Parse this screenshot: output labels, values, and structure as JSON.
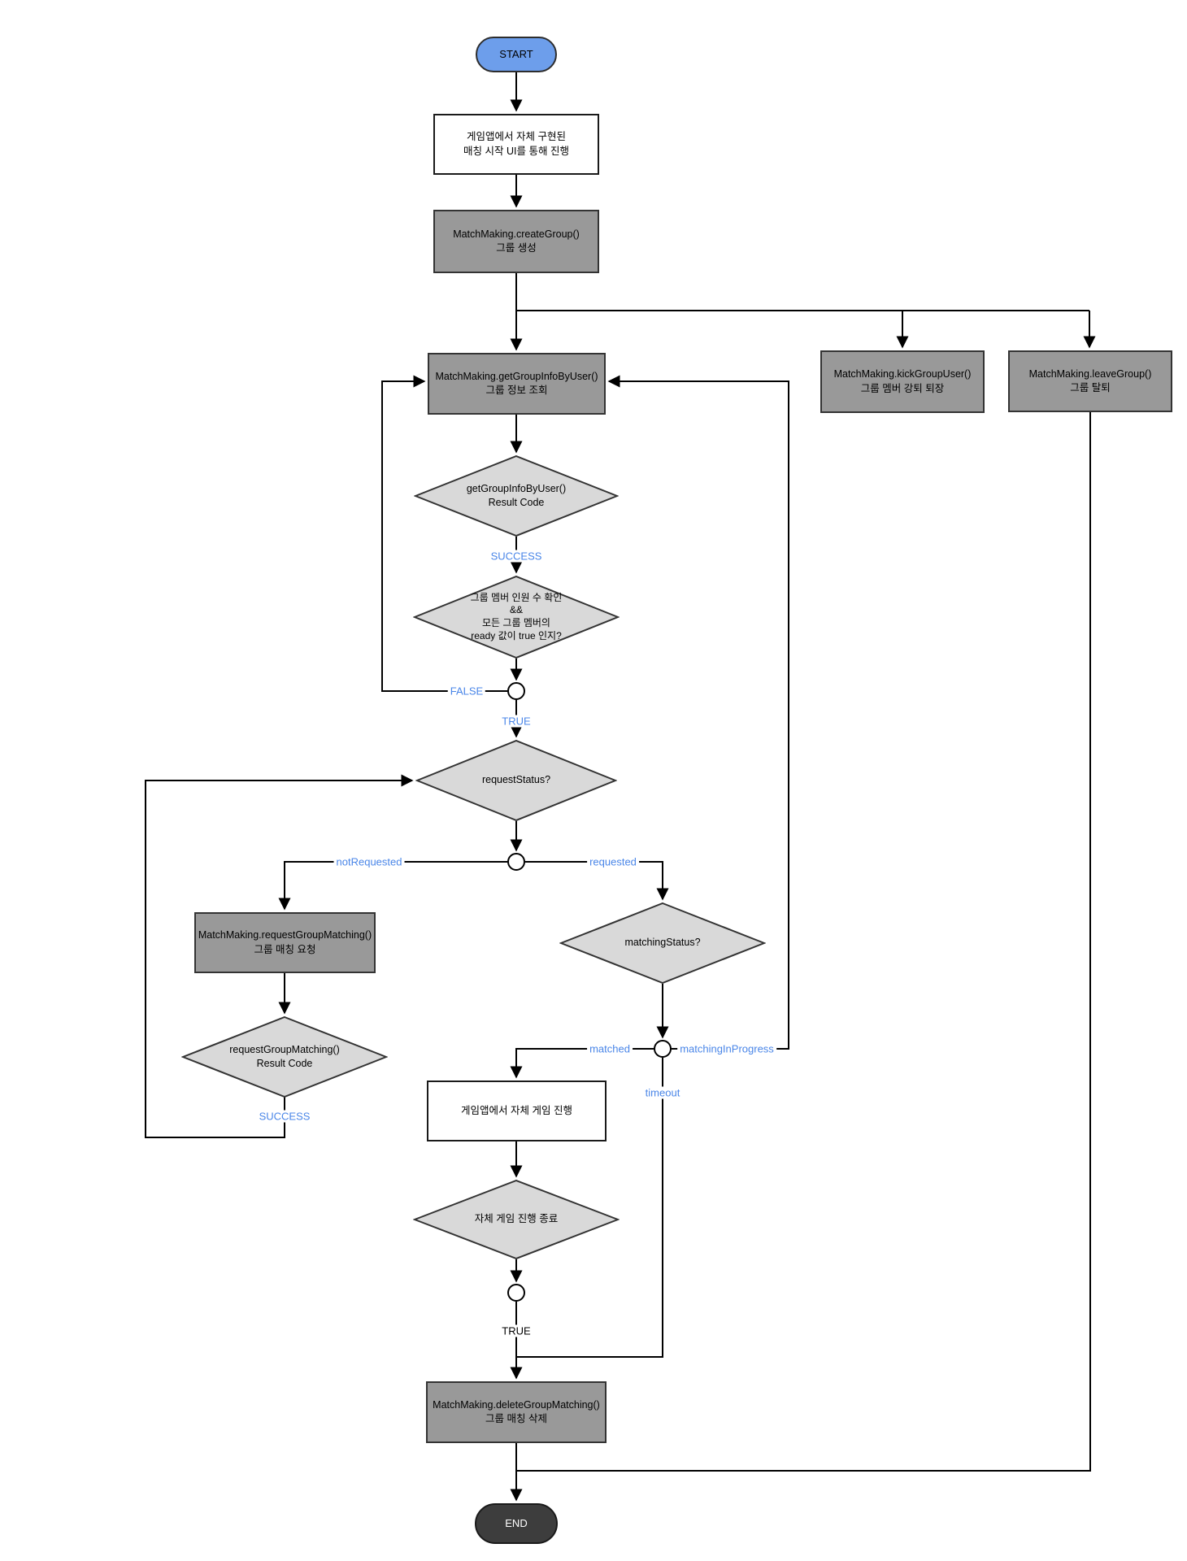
{
  "diagram": {
    "nodes": {
      "start": {
        "label": "START"
      },
      "init_ui": {
        "label": "게임앱에서 자체 구현된\n매칭 시작 UI를 통해 진행"
      },
      "create_group": {
        "label": "MatchMaking.createGroup()\n그룹 생성"
      },
      "get_group_info": {
        "label": "MatchMaking.getGroupInfoByUser()\n그룹 정보 조회"
      },
      "kick_group_user": {
        "label": "MatchMaking.kickGroupUser()\n그룹 멤버 강퇴 퇴장"
      },
      "leave_group": {
        "label": "MatchMaking.leaveGroup()\n그룹 탈퇴"
      },
      "get_info_result": {
        "label": "getGroupInfoByUser()\nResult Code"
      },
      "member_check": {
        "label": "그룹 멤버 인원 수 확인\n&&\n모든 그룹 멤버의\nready 값이 true 인지?"
      },
      "request_status": {
        "label": "requestStatus?"
      },
      "request_matching": {
        "label": "MatchMaking.requestGroupMatching()\n그룹 매칭 요청"
      },
      "request_result": {
        "label": "requestGroupMatching()\nResult Code"
      },
      "matching_status": {
        "label": "matchingStatus?"
      },
      "game_play": {
        "label": "게임앱에서 자체 게임 진행"
      },
      "game_end": {
        "label": "자체 게임 진행 종료"
      },
      "delete_matching": {
        "label": "MatchMaking.deleteGroupMatching()\n그룹 매칭 삭제"
      },
      "end": {
        "label": "END"
      }
    },
    "edge_labels": {
      "success_info": "SUCCESS",
      "false_branch": "FALSE",
      "true_branch": "TRUE",
      "not_requested": "notRequested",
      "requested": "requested",
      "success_request": "SUCCESS",
      "matched": "matched",
      "matching_in_progress": "matchingInProgress",
      "timeout": "timeout",
      "true_game_end": "TRUE"
    },
    "colors": {
      "start_fill": "#6d9eeb",
      "process_fill": "#999999",
      "decision_fill": "#d9d9d9",
      "end_fill": "#3d3d3d",
      "plain_fill": "#ffffff",
      "edge_label_blue": "#4a86e8",
      "line_color": "#000000"
    }
  }
}
